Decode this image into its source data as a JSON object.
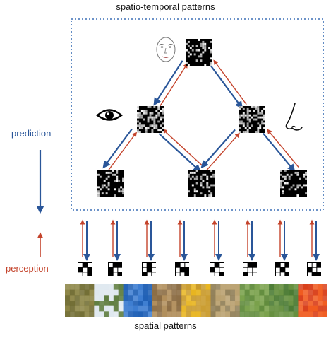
{
  "labels": {
    "top": "spatio-temporal patterns",
    "bottom": "spatial patterns",
    "prediction": "prediction",
    "perception": "perception"
  },
  "colors": {
    "prediction": "#2a5699",
    "perception": "#c4432b",
    "frame": "#3b6fb6",
    "background": "#ffffff"
  },
  "icons": {
    "top_node": "face-icon",
    "left_node": "eye-icon",
    "right_node": "nose-icon"
  },
  "bottom_patch_colors": [
    [
      "#6e6a2f",
      "#8a8343"
    ],
    [
      "#5b7a3b",
      "#dfe8ef"
    ],
    [
      "#1e5fb5",
      "#3a7bd0"
    ],
    [
      "#b08d5a",
      "#8c6d44"
    ],
    [
      "#c99a2a",
      "#e8b520"
    ],
    [
      "#b9a06e",
      "#8f7d55"
    ],
    [
      "#5f8a3a",
      "#78a049"
    ],
    [
      "#4a7a32",
      "#66903f"
    ],
    [
      "#d9401b",
      "#f05a1e"
    ]
  ]
}
